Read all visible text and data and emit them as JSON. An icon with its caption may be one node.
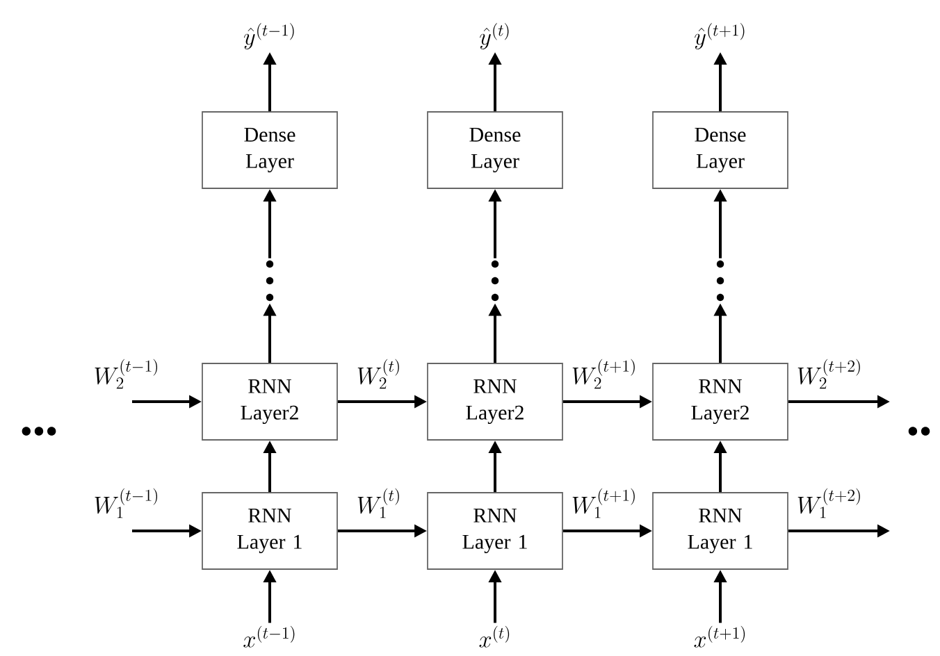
{
  "diagram": {
    "nodes": [
      {
        "text": [
          "\\hat{y}^{(t-1)}"
        ]
      },
      {
        "text": [
          "\\hat{y}^{(t)}"
        ]
      },
      {
        "text": [
          "\\hat{y}^{(t+1)}"
        ]
      },
      {
        "text": [
          "Dense Layer"
        ]
      },
      {
        "text": [
          "Dense Layer"
        ]
      },
      {
        "text": [
          "Dense Layer"
        ]
      },
      {
        "text": [],
        "shape": "dots"
      },
      {
        "text": [],
        "shape": "dots"
      },
      {
        "text": [],
        "shape": "dots"
      },
      {
        "text": [
          "RNN Layer2"
        ]
      },
      {
        "text": [
          "RNN Layer2"
        ]
      },
      {
        "text": [
          "RNN Layer2"
        ]
      },
      {
        "text": [
          "RNN Layer 1"
        ]
      },
      {
        "text": [
          "RNN Layer 1"
        ]
      },
      {
        "text": [
          "RNN Layer 1"
        ]
      },
      {
        "text": [
          "x^{(t-1)}"
        ]
      },
      {
        "text": [
          "x^{(t)}"
        ]
      },
      {
        "text": [
          "x^{(t+1)}"
        ]
      }
    ],
    "edges": [
      {
        "from": 15,
        "to": 12,
        "arrow": "to"
      },
      {
        "from": 16,
        "to": 13,
        "arrow": "to"
      },
      {
        "from": 17,
        "to": 14,
        "arrow": "to"
      },
      {
        "from": 12,
        "to": 9,
        "arrow": "to"
      },
      {
        "from": 13,
        "to": 10,
        "arrow": "to"
      },
      {
        "from": 14,
        "to": 11,
        "arrow": "to"
      },
      {
        "from": 9,
        "to": 6,
        "arrow": "to"
      },
      {
        "from": 10,
        "to": 7,
        "arrow": "to"
      },
      {
        "from": 11,
        "to": 8,
        "arrow": "to"
      },
      {
        "from": 6,
        "to": 3,
        "arrow": "to"
      },
      {
        "from": 7,
        "to": 4,
        "arrow": "to"
      },
      {
        "from": 8,
        "to": 5,
        "arrow": "to"
      },
      {
        "from": 3,
        "to": 0,
        "arrow": "to"
      },
      {
        "from": 4,
        "to": 1,
        "arrow": "to"
      },
      {
        "from": 5,
        "to": 2,
        "arrow": "to"
      },
      {
        "from": null,
        "to": 9,
        "arrow": "to",
        "label": "W_2^{(t-1)}"
      },
      {
        "from": 9,
        "to": 10,
        "arrow": "to",
        "label": "W_2^{(t)}"
      },
      {
        "from": 10,
        "to": 11,
        "arrow": "to",
        "label": "W_2^{(t+1)}"
      },
      {
        "from": 11,
        "to": null,
        "arrow": "to",
        "label": "W_2^{(t+2)}"
      },
      {
        "from": null,
        "to": 12,
        "arrow": "to",
        "label": "W_1^{(t-1)}"
      },
      {
        "from": 12,
        "to": 13,
        "arrow": "to",
        "label": "W_1^{(t)}"
      },
      {
        "from": 13,
        "to": 14,
        "arrow": "to",
        "label": "W_1^{(t+1)}"
      },
      {
        "from": 14,
        "to": null,
        "arrow": "to",
        "label": "W_1^{(t+2)}"
      }
    ],
    "labels": [
      "•••",
      "••"
    ]
  }
}
